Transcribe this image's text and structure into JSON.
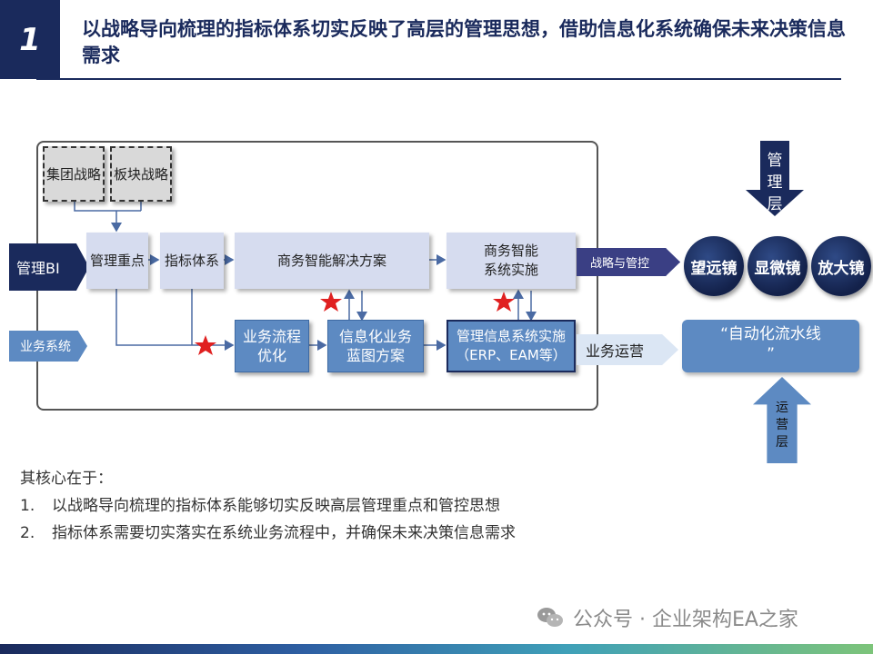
{
  "header": {
    "number": "1",
    "title": "以战略导向梳理的指标体系切实反映了高层的管理思想，借助信息化系统确保未来决策信息需求"
  },
  "diagram": {
    "group_strategy": "集团战略",
    "segment_strategy": "板块战略",
    "mgmt_bi": "管理BI",
    "biz_system": "业务系统",
    "mgmt_focus": "管理重点",
    "indicator_system": "指标体系",
    "bi_solution": "商务智能解决方案",
    "bi_impl": "商务智能\n系统实施",
    "process_opt": "业务流程\n优化",
    "it_blueprint": "信息化业务\n蓝图方案",
    "mis_impl": "管理信息系统实施\n（ERP、EAM等）",
    "strategy_control": "战略与管控",
    "biz_ops": "业务运营",
    "telescope": "望远镜",
    "microscope": "显微镜",
    "magnifier": "放大镜",
    "auto_pipeline": "“自动化流水线\n”",
    "mgmt_layer": "管理层",
    "ops_layer": "运营层"
  },
  "core": {
    "heading": "其核心在于：",
    "points": [
      {
        "n": "1.",
        "text": "以战略导向梳理的指标体系能够切实反映高层管理重点和管控思想"
      },
      {
        "n": "2.",
        "text": "指标体系需要切实落实在系统业务流程中，并确保未来决策信息需求"
      }
    ]
  },
  "watermark": "公众号 · 企业架构EA之家",
  "colors": {
    "navy": "#1a2a5c",
    "mid_blue": "#5d8ac2",
    "light_box": "#d6dcef",
    "star": "#e02020"
  }
}
